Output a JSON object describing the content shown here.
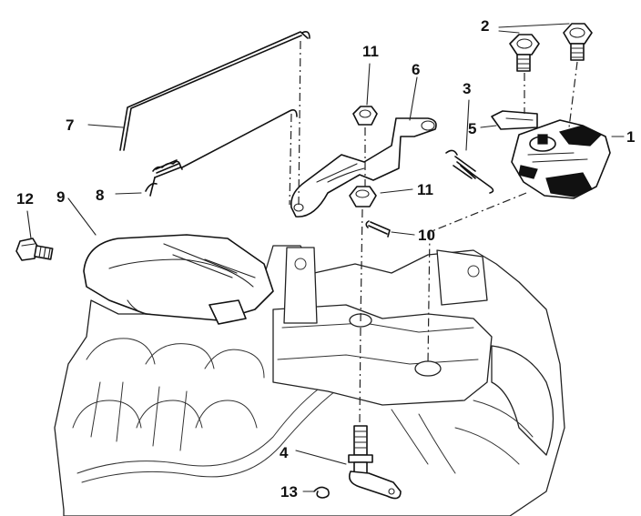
{
  "diagram": {
    "callouts": [
      {
        "id": "1",
        "text": "1"
      },
      {
        "id": "2",
        "text": "2"
      },
      {
        "id": "3",
        "text": "3"
      },
      {
        "id": "4",
        "text": "4"
      },
      {
        "id": "5",
        "text": "5"
      },
      {
        "id": "6",
        "text": "6"
      },
      {
        "id": "7",
        "text": "7"
      },
      {
        "id": "8",
        "text": "8"
      },
      {
        "id": "9",
        "text": "9"
      },
      {
        "id": "10",
        "text": "10"
      },
      {
        "id": "11a",
        "text": "11"
      },
      {
        "id": "11b",
        "text": "11"
      },
      {
        "id": "12",
        "text": "12"
      },
      {
        "id": "13",
        "text": "13"
      }
    ]
  }
}
